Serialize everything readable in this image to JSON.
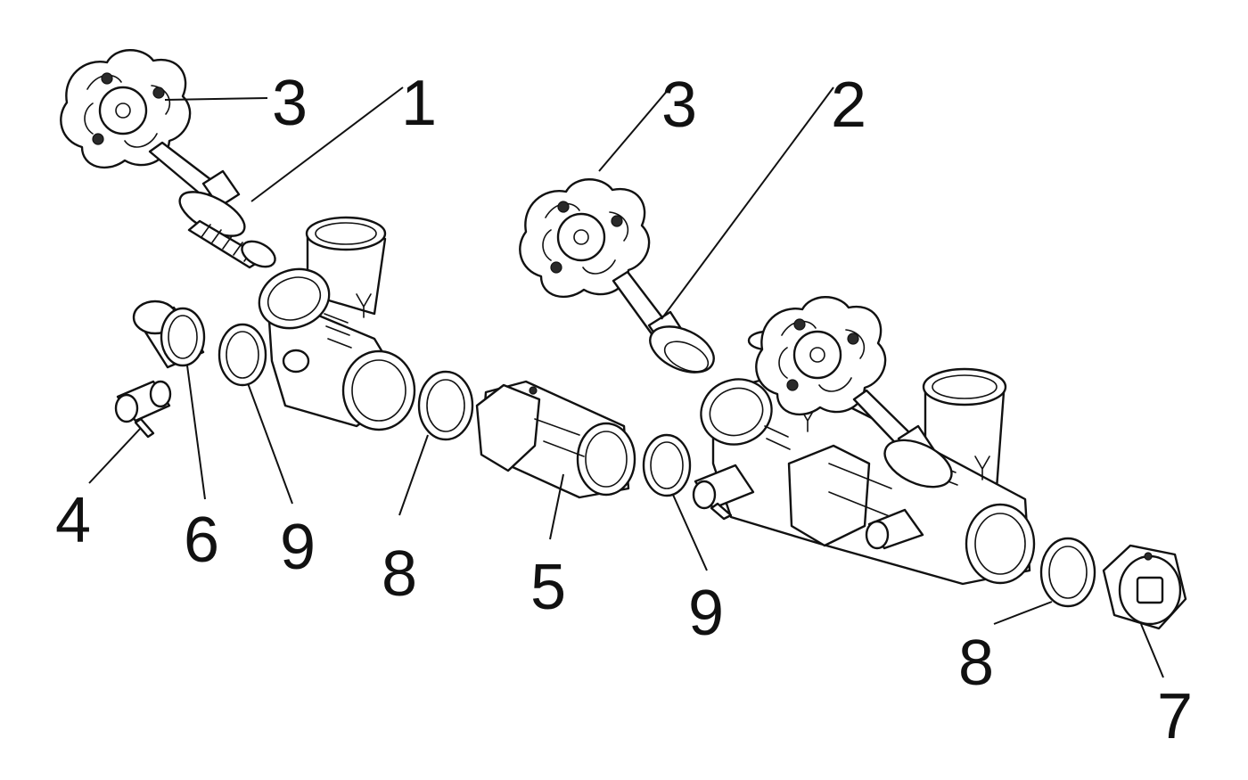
{
  "diagram": {
    "callouts": [
      {
        "id": "c-3a",
        "label": "3"
      },
      {
        "id": "c-1",
        "label": "1"
      },
      {
        "id": "c-3b",
        "label": "3"
      },
      {
        "id": "c-2",
        "label": "2"
      },
      {
        "id": "c-4",
        "label": "4"
      },
      {
        "id": "c-6",
        "label": "6"
      },
      {
        "id": "c-9a",
        "label": "9"
      },
      {
        "id": "c-8a",
        "label": "8"
      },
      {
        "id": "c-5",
        "label": "5"
      },
      {
        "id": "c-9b",
        "label": "9"
      },
      {
        "id": "c-8b",
        "label": "8"
      },
      {
        "id": "c-7",
        "label": "7"
      }
    ]
  }
}
